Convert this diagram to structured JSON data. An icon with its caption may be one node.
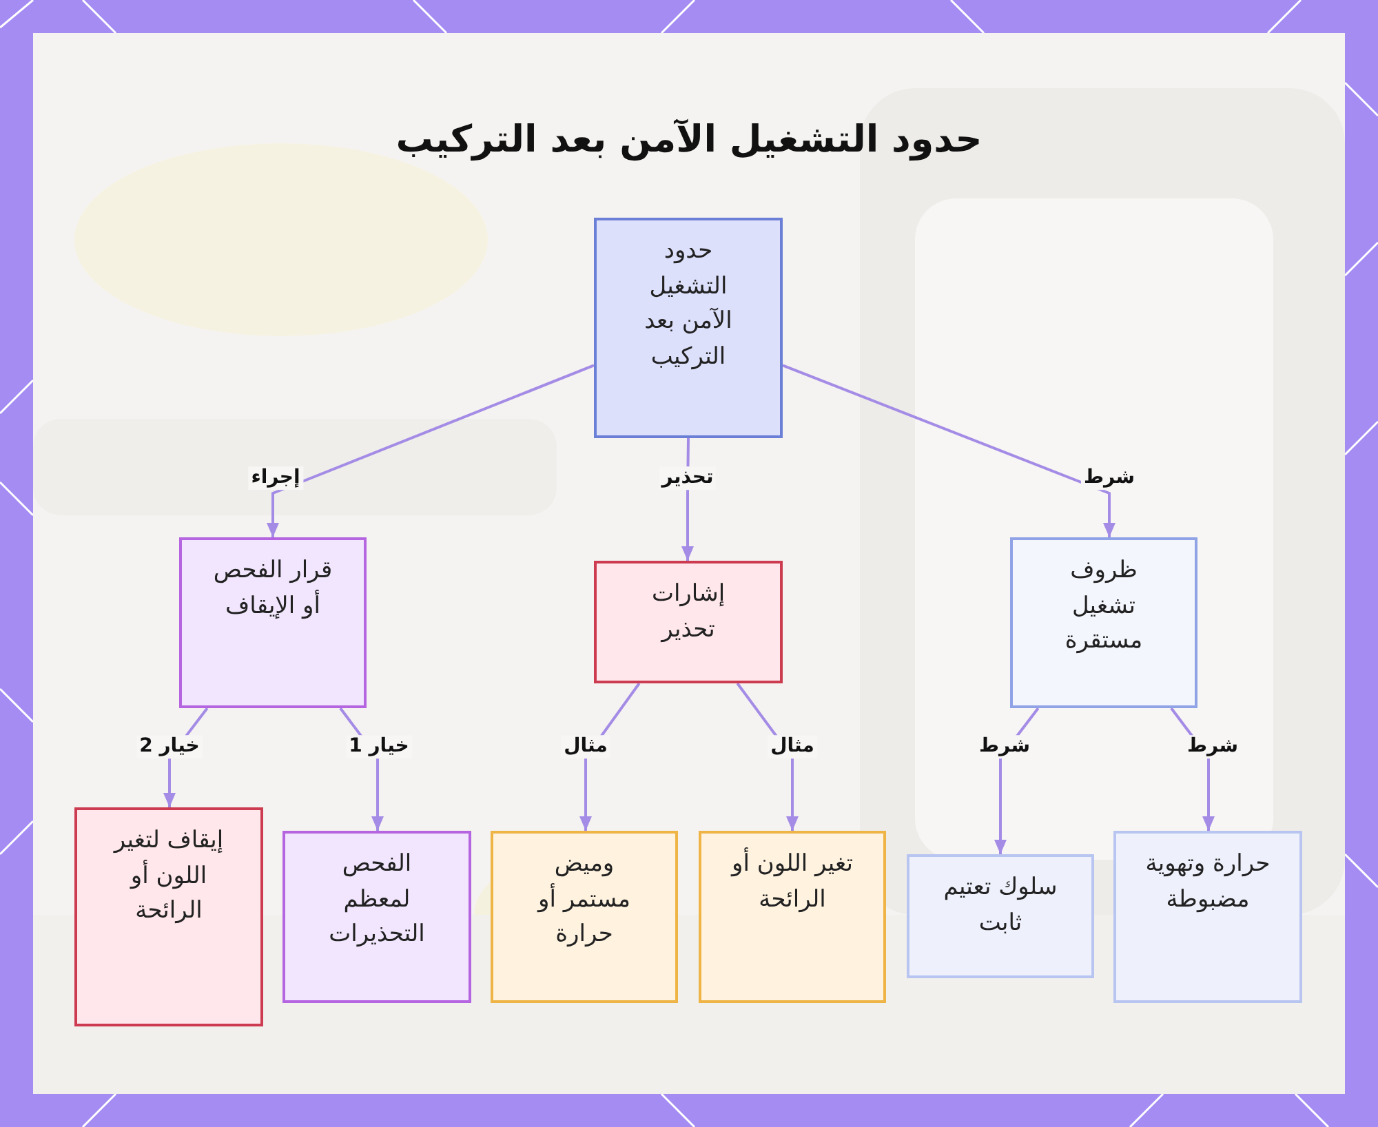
{
  "diagram": {
    "title": "حدود التشغيل الآمن بعد التركيب",
    "nodes": [
      {
        "text": [
          "حدود التشغيل الآمن بعد التركيب"
        ]
      },
      {
        "text": [
          "قرار الفحص أو الإيقاف"
        ]
      },
      {
        "text": [
          "إشارات تحذير"
        ]
      },
      {
        "text": [
          "ظروف تشغيل مستقرة"
        ]
      },
      {
        "text": [
          "إيقاف لتغير اللون أو الرائحة"
        ]
      },
      {
        "text": [
          "الفحص لمعظم التحذيرات"
        ]
      },
      {
        "text": [
          "وميض مستمر أو حرارة"
        ]
      },
      {
        "text": [
          "تغير اللون أو الرائحة"
        ]
      },
      {
        "text": [
          "سلوك تعتيم ثابت"
        ]
      },
      {
        "text": [
          "حرارة وتهوية مضبوطة"
        ]
      }
    ],
    "edges": [
      {
        "from": 0,
        "to": 1,
        "arrow": "to",
        "label": "إجراء"
      },
      {
        "from": 0,
        "to": 2,
        "arrow": "to",
        "label": "تحذير"
      },
      {
        "from": 0,
        "to": 3,
        "arrow": "to",
        "label": "شرط"
      },
      {
        "from": 1,
        "to": 4,
        "arrow": "to",
        "label": "خيار 2"
      },
      {
        "from": 1,
        "to": 5,
        "arrow": "to",
        "label": "خيار 1"
      },
      {
        "from": 2,
        "to": 6,
        "arrow": "to",
        "label": "مثال"
      },
      {
        "from": 2,
        "to": 7,
        "arrow": "to",
        "label": "مثال"
      },
      {
        "from": 3,
        "to": 8,
        "arrow": "to",
        "label": "شرط"
      },
      {
        "from": 3,
        "to": 9,
        "arrow": "to",
        "label": "شرط"
      }
    ]
  }
}
